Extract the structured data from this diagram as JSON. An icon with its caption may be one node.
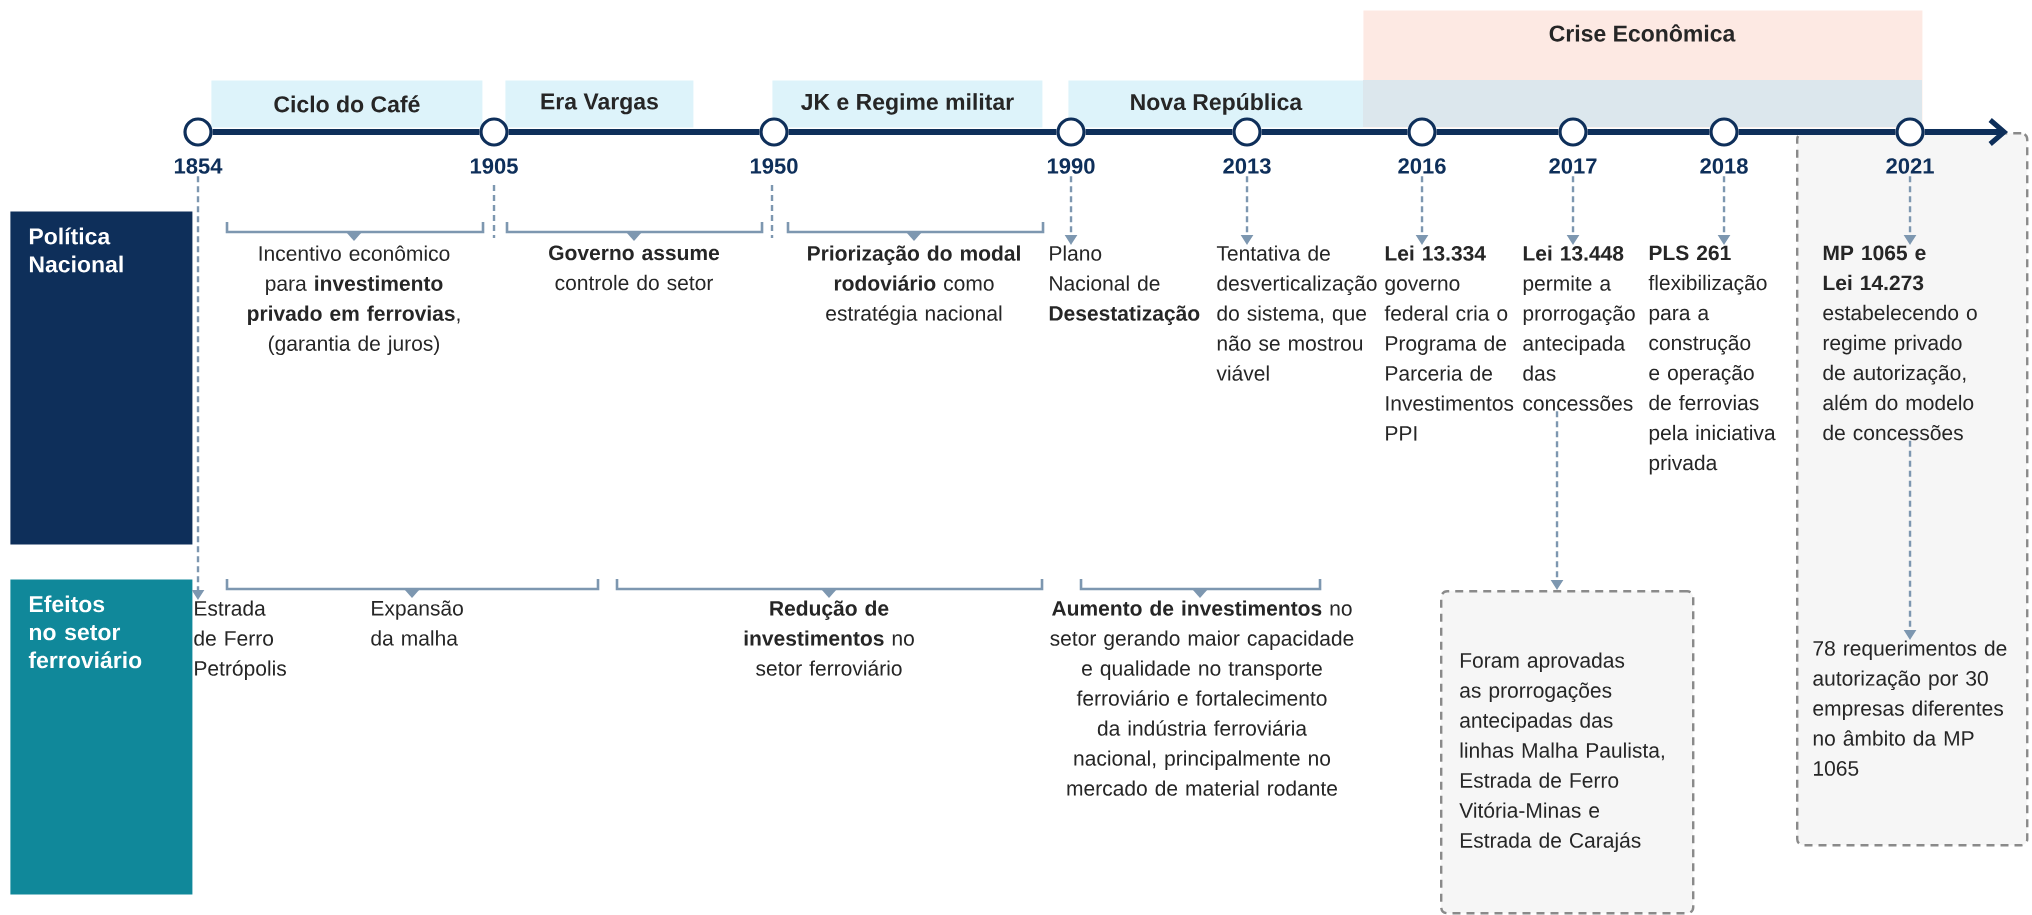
{
  "diagram": {
    "nodes": [
      {
        "text": [
          "Política Nacional"
        ]
      },
      {
        "text": [
          "Efeitos no setor ferroviário"
        ]
      },
      {
        "text": [
          "Ciclo do Café"
        ]
      },
      {
        "text": [
          "Era Vargas"
        ]
      },
      {
        "text": [
          "JK e Regime militar"
        ]
      },
      {
        "text": [
          "Nova República"
        ]
      },
      {
        "text": [
          "Crise Econômica"
        ]
      },
      {
        "text": [],
        "shape": "circle",
        "beside": [
          "1854"
        ]
      },
      {
        "text": [],
        "shape": "circle",
        "beside": [
          "1905"
        ]
      },
      {
        "text": [],
        "shape": "circle",
        "beside": [
          "1950"
        ]
      },
      {
        "text": [],
        "shape": "circle",
        "beside": [
          "1990"
        ]
      },
      {
        "text": [],
        "shape": "circle",
        "beside": [
          "2013"
        ]
      },
      {
        "text": [],
        "shape": "circle",
        "beside": [
          "2016"
        ]
      },
      {
        "text": [],
        "shape": "circle",
        "beside": [
          "2017"
        ]
      },
      {
        "text": [],
        "shape": "circle",
        "beside": [
          "2018"
        ]
      },
      {
        "text": [],
        "shape": "circle",
        "beside": [
          "2021"
        ]
      },
      {
        "text": [
          "Incentivo econômico para **investimento privado em ferrovias**, (garantia de juros)"
        ]
      },
      {
        "text": [
          "**Governo assume** controle do setor"
        ]
      },
      {
        "text": [
          "**Priorização do modal rodoviário** como estratégia nacional"
        ]
      },
      {
        "text": [
          "Plano Nacional de **Desestatização**"
        ]
      },
      {
        "text": [
          "Tentativa de desverticalização do sistema, que não se mostrou viável"
        ]
      },
      {
        "text": [
          "**Lei 13.334** governo federal cria o Programa de Parceria de Investimentos PPI"
        ]
      },
      {
        "text": [
          "**Lei 13.448** permite a prorrogação antecipada das concessões"
        ]
      },
      {
        "text": [
          "**PLS 261** flexibilização para a construção e operação de ferrovias pela iniciativa privada"
        ]
      },
      {
        "text": [],
        "shape": "box"
      },
      {
        "text": [
          "**MP 1065 e Lei 14.273** estabelecendo o regime privado de autorização, além do modelo de concessões"
        ],
        "in": 24
      },
      {
        "text": [
          "78 requerimentos de autorização por 30 empresas diferentes no âmbito da MP 1065"
        ],
        "in": 24
      },
      {
        "text": [
          "Estrada de Ferro Petrópolis"
        ]
      },
      {
        "text": [
          "Expansão da malha"
        ]
      },
      {
        "text": [
          "**Redução de investimentos** no setor ferroviário"
        ]
      },
      {
        "text": [
          "**Aumento de investimentos** no setor gerando maior capacidade e qualidade no transporte ferroviário e fortalecimento da indústria ferroviária nacional, principalmente no mercado de material rodante"
        ]
      },
      {
        "text": [
          "Foram aprovadas as prorrogações antecipadas das linhas Malha Paulista, Estrada de Ferro Vitória-Minas e Estrada de Carajás"
        ]
      }
    ],
    "edges": [
      {
        "from": 7,
        "to": 27,
        "arrow": "to",
        "style": "dashed"
      },
      {
        "from": 10,
        "to": 19,
        "arrow": "to",
        "style": "dashed"
      },
      {
        "from": 11,
        "to": 20,
        "arrow": "to",
        "style": "dashed"
      },
      {
        "from": 12,
        "to": 21,
        "arrow": "to",
        "style": "dashed"
      },
      {
        "from": 13,
        "to": 22,
        "arrow": "to",
        "style": "dashed"
      },
      {
        "from": 14,
        "to": 23,
        "arrow": "to",
        "style": "dashed"
      },
      {
        "from": 15,
        "to": 25,
        "arrow": "to",
        "style": "dashed"
      },
      {
        "from": 22,
        "to": 31,
        "arrow": "to",
        "style": "dashed"
      },
      {
        "from": 25,
        "to": 26,
        "arrow": "to",
        "style": "dashed"
      },
      {
        "from": 7,
        "to": 8,
        "arrow": "none",
        "style": "thick",
        "color": "#0e2f5a"
      },
      {
        "from": 8,
        "to": 9,
        "arrow": "none",
        "style": "thick",
        "color": "#0e2f5a"
      },
      {
        "from": 9,
        "to": 10,
        "arrow": "none",
        "style": "thick",
        "color": "#0e2f5a"
      },
      {
        "from": 10,
        "to": 11,
        "arrow": "none",
        "style": "thick",
        "color": "#0e2f5a"
      },
      {
        "from": 11,
        "to": 12,
        "arrow": "none",
        "style": "thick",
        "color": "#0e2f5a"
      },
      {
        "from": 12,
        "to": 13,
        "arrow": "none",
        "style": "thick",
        "color": "#0e2f5a"
      },
      {
        "from": 13,
        "to": 14,
        "arrow": "none",
        "style": "thick",
        "color": "#0e2f5a"
      },
      {
        "from": 14,
        "to": 15,
        "arrow": "none",
        "style": "thick",
        "color": "#0e2f5a"
      },
      {
        "from": 15,
        "to": 24,
        "arrow": "to",
        "style": "thick",
        "color": "#0e2f5a"
      }
    ]
  }
}
